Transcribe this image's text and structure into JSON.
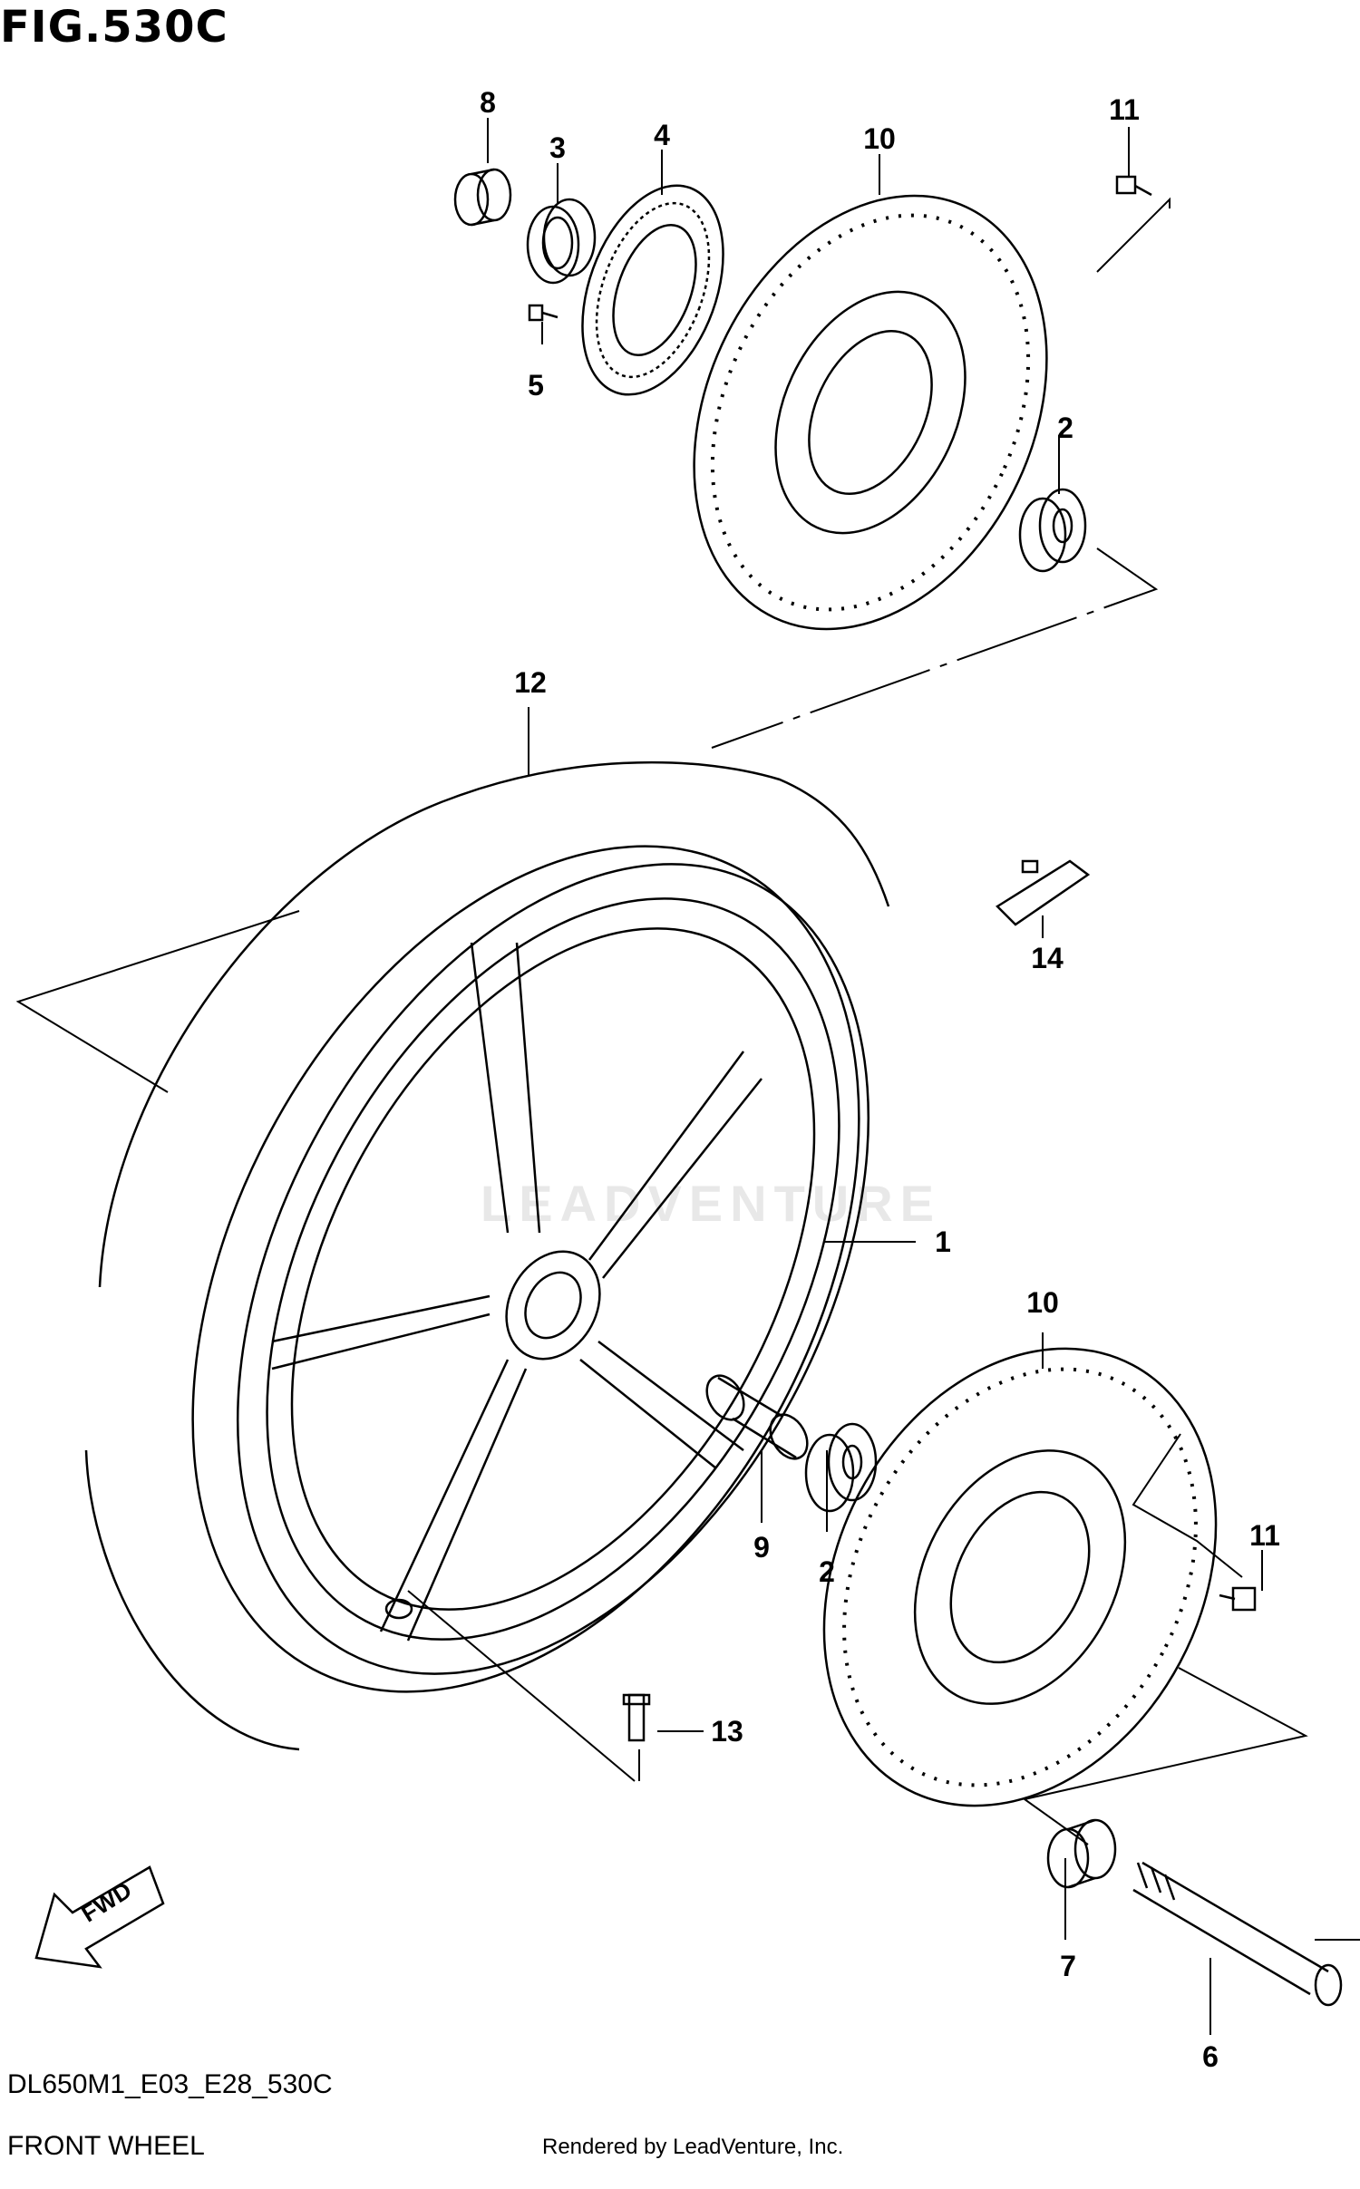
{
  "header": {
    "figure": "FIG.530C"
  },
  "footer": {
    "model_code": "DL650M1_E03_E28_530C",
    "section_name": "FRONT WHEEL",
    "rendered_by": "Rendered by LeadVenture, Inc."
  },
  "watermark": "LEADVENTURE",
  "callouts": {
    "c1": "1",
    "c2a": "2",
    "c2b": "2",
    "c3": "3",
    "c4": "4",
    "c5": "5",
    "c6": "6",
    "c7": "7",
    "c8": "8",
    "c9": "9",
    "c10a": "10",
    "c10b": "10",
    "c11a": "11",
    "c11b": "11",
    "c12": "12",
    "c13": "13",
    "c14": "14"
  },
  "fwd_label": "FWD"
}
